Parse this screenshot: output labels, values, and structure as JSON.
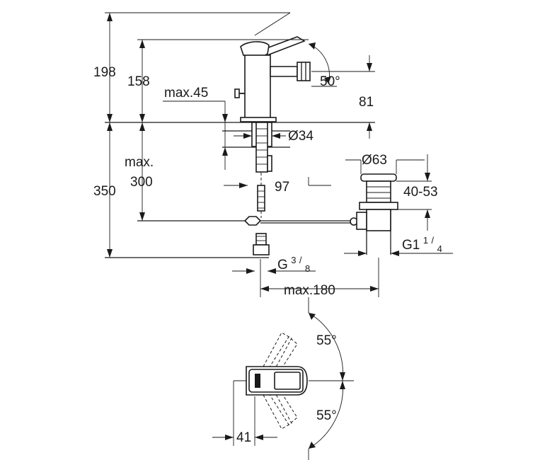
{
  "dimensions": {
    "height_total": "198",
    "height_spout": "158",
    "max_45": "max.45",
    "angle_lever": "50°",
    "spout_outlet_height": "81",
    "hole_diameter": "Ø34",
    "max_label": "max.",
    "max_300": "300",
    "pipe_length": "350",
    "offset_97": "97",
    "waste_diameter": "Ø63",
    "waste_range": "40-53",
    "waste_thread_main": "G1",
    "waste_thread_num": "1",
    "waste_thread_den": "4",
    "supply_thread_main": "G",
    "supply_thread_num": "3",
    "supply_thread_den": "8",
    "max_180": "max.180",
    "rotation_top": "55°",
    "rotation_bottom": "55°",
    "width_41": "41"
  },
  "colors": {
    "line": "#1a1a1a",
    "background": "#ffffff"
  }
}
